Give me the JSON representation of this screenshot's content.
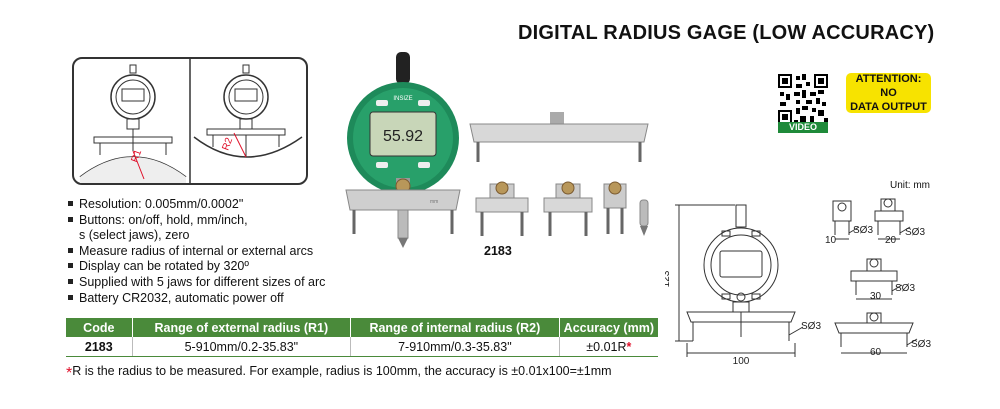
{
  "title": "DIGITAL RADIUS GAGE (LOW ACCURACY)",
  "attention": {
    "line1": "ATTENTION: NO",
    "line2": "DATA OUTPUT"
  },
  "video_label": "VIDEO",
  "diagram_labels": {
    "r1": "R1",
    "r2": "R2"
  },
  "display": {
    "reading": "55.92",
    "brand": "INSIZE",
    "mm_label": "mm"
  },
  "features": [
    "Resolution: 0.005mm/0.0002\"",
    "Buttons: on/off, hold, mm/inch,",
    "s (select jaws), zero",
    "Measure radius of internal or external arcs",
    "Display can be rotated by 320º",
    "Supplied with 5 jaws for different sizes of arc",
    "Battery CR2032, automatic power off"
  ],
  "model_label": "2183",
  "unit": "Unit: mm",
  "table": {
    "headers": [
      "Code",
      "Range of external radius (R1)",
      "Range of internal radius (R2)",
      "Accuracy (mm)"
    ],
    "row": {
      "code": "2183",
      "r1": "5-910mm/0.2-35.83\"",
      "r2": "7-910mm/0.3-35.83\"",
      "accuracy": "±0.01R",
      "star": "*"
    }
  },
  "footnote": {
    "star": "*",
    "text": "R is the radius to be measured. For example, radius is 100mm, the accuracy is ±0.01x100=±1mm"
  },
  "dimensions": {
    "height": "123",
    "width": "100",
    "tip": "SØ3",
    "jaw1_width": "10",
    "jaw2_width": "20",
    "jaw3_width": "30",
    "jaw4_width": "60",
    "jaw_tip": "SØ3"
  },
  "colors": {
    "green": "#4a8a3a",
    "gauge_green": "#1e8a5a",
    "yellow": "#f7e300",
    "red": "#e0102a"
  }
}
